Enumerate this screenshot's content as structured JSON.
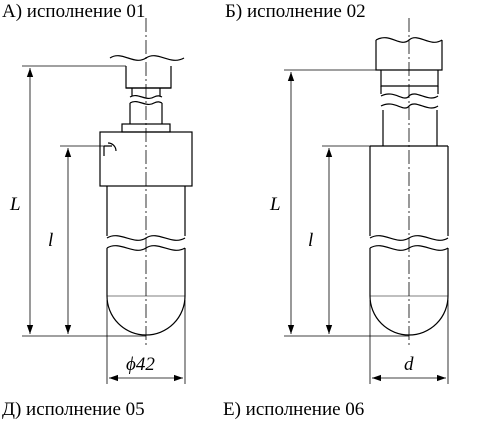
{
  "labels": {
    "a": "А) исполнение 01",
    "b": "Б) исполнение 02",
    "d": "Д) исполнение 05",
    "e": "Е) исполнение 06"
  },
  "dimensions": {
    "left": {
      "L": "L",
      "l": "l",
      "diameter": "ϕ42"
    },
    "right": {
      "L": "L",
      "l": "l",
      "diameter": "d"
    }
  },
  "colors": {
    "line": "#000000",
    "background": "#ffffff"
  }
}
